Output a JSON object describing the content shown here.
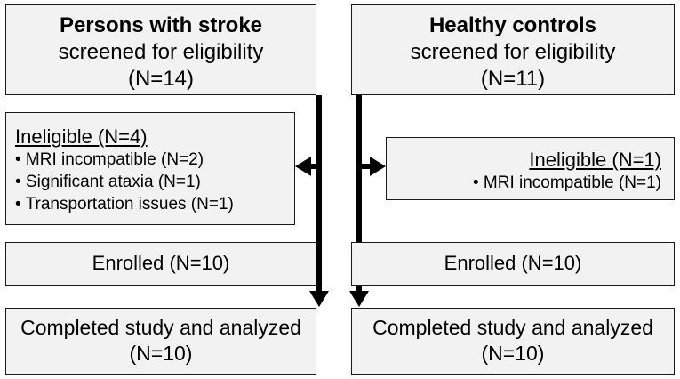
{
  "stroke": {
    "screen_title": "Persons with stroke",
    "screen_sub": "screened for eligibility",
    "screen_n": "(N=14)",
    "inelig_head": "Ineligible (N=4)",
    "inelig_items": [
      "• MRI incompatible (N=2)",
      "• Significant ataxia (N=1)",
      "• Transportation issues (N=1)"
    ],
    "enrolled": "Enrolled (N=10)",
    "completed_line1": "Completed study and analyzed",
    "completed_line2": "(N=10)"
  },
  "healthy": {
    "screen_title": "Healthy controls",
    "screen_sub": "screened for eligibility",
    "screen_n": "(N=11)",
    "inelig_head": "Ineligible (N=1)",
    "inelig_items": [
      "• MRI incompatible (N=1)"
    ],
    "enrolled": "Enrolled (N=10)",
    "completed_line1": "Completed study and analyzed",
    "completed_line2": "(N=10)"
  }
}
